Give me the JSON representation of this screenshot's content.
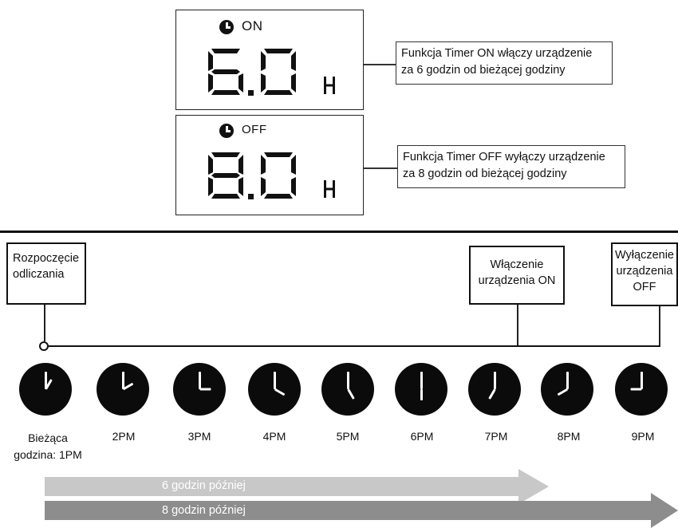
{
  "timer_on": {
    "mode": "ON",
    "value": "6.0",
    "unit": "H",
    "callout_line1": "Funkcja Timer ON włączy urządzenie",
    "callout_line2": "za 6 godzin od bieżącej godziny"
  },
  "timer_off": {
    "mode": "OFF",
    "value": "8.0",
    "unit": "H",
    "callout_line1": "Funkcja Timer OFF wyłączy urządzenie",
    "callout_line2": "za 8 godzin od bieżącej godziny"
  },
  "timeline": {
    "start_box_line1": "Rozpoczęcie",
    "start_box_line2": "odliczania",
    "on_box_line1": "Włączenie",
    "on_box_line2": "urządzenia ON",
    "off_box_line1": "Wyłączenie",
    "off_box_line2": "urządzenia",
    "off_box_line3": "OFF",
    "now_label_line1": "Bieżąca",
    "now_label_line2": "godzina: 1PM",
    "hours": [
      "2PM",
      "3PM",
      "4PM",
      "5PM",
      "6PM",
      "7PM",
      "8PM",
      "9PM"
    ]
  },
  "arrows": {
    "six_hours_label": "6 godzin później",
    "eight_hours_label": "8 godzin później",
    "six_hours_color": "#c8c8c8",
    "eight_hours_color": "#8d8d8d"
  }
}
